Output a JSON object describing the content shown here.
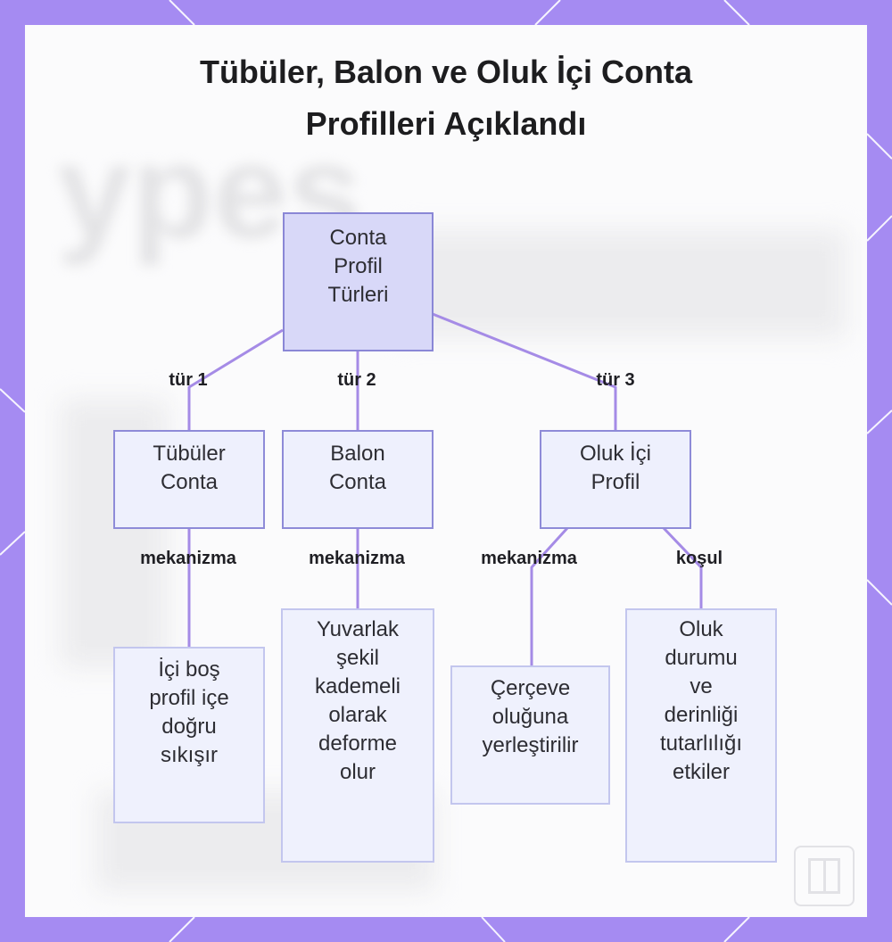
{
  "title": {
    "line1": "Tübüler, Balon ve Oluk İçi Conta",
    "line2": "Profilleri Açıklandı"
  },
  "colors": {
    "frame": "#a58bf2",
    "panel": "#fbfbfc",
    "root_fill": "#d8d8f8",
    "node_fill": "#eef0fd",
    "node_border": "#8e8bd8",
    "leaf_border": "#c3c6ee",
    "edge": "#a58be6"
  },
  "nodes": {
    "root": {
      "lines": [
        "Conta",
        "Profil",
        "Türleri"
      ]
    },
    "tubular": {
      "lines": [
        "Tübüler",
        "Conta"
      ]
    },
    "balloon": {
      "lines": [
        "Balon",
        "Conta"
      ]
    },
    "channel": {
      "lines": [
        "Oluk İçi",
        "Profil"
      ]
    },
    "tubular_mech": {
      "lines": [
        "İçi boş",
        "profil içe",
        "doğru",
        "sıkışır"
      ]
    },
    "balloon_mech": {
      "lines": [
        "Yuvarlak",
        "şekil",
        "kademeli",
        "olarak",
        "deforme",
        "olur"
      ]
    },
    "channel_mech": {
      "lines": [
        "Çerçeve",
        "oluğuna",
        "yerleştirilir"
      ]
    },
    "channel_cond": {
      "lines": [
        "Oluk",
        "durumu",
        "ve",
        "derinliği",
        "tutarlılığı",
        "etkiler"
      ]
    }
  },
  "edge_labels": {
    "type1": "tür 1",
    "type2": "tür 2",
    "type3": "tür 3",
    "mech1": "mekanizma",
    "mech2": "mekanizma",
    "mech3": "mekanizma",
    "cond": "koşul"
  }
}
